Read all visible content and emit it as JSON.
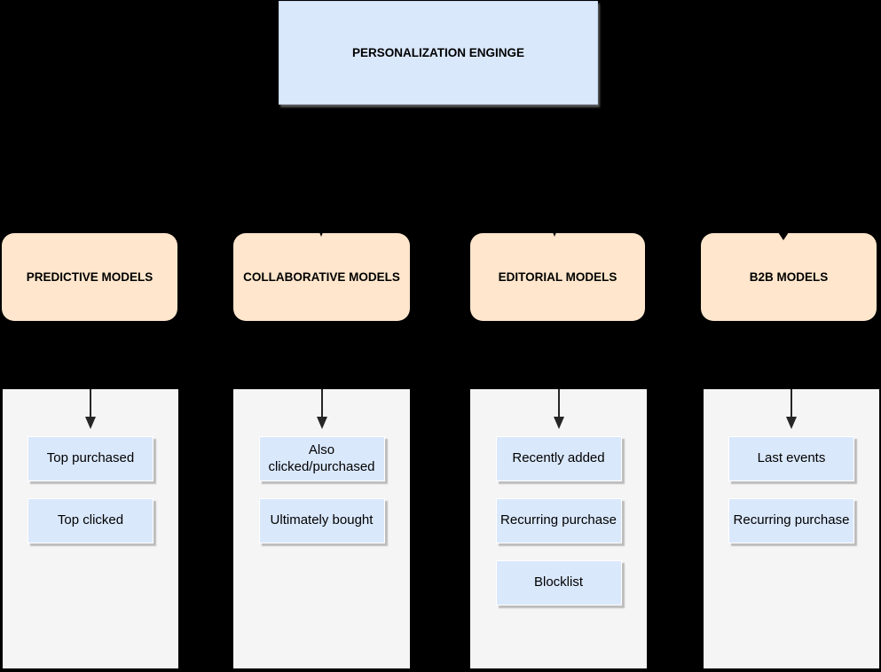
{
  "canvas": {
    "background": "#000000"
  },
  "engine": {
    "label": "PERSONALIZATION ENGINGE"
  },
  "colors": {
    "engine_fill": "#dae8fc",
    "category_fill": "#ffe6cc",
    "panel_fill": "#f5f5f5",
    "item_fill": "#dae8fc",
    "text": "#000000",
    "arrow": "#262626",
    "item_shadow": "#bdbdbd"
  },
  "columns": [
    {
      "header": "PREDICTIVE MODELS",
      "items": [
        "Top purchased",
        "Top clicked"
      ]
    },
    {
      "header": "COLLABORATIVE MODELS",
      "items": [
        "Also clicked/purchased",
        "Ultimately bought"
      ]
    },
    {
      "header": "EDITORIAL MODELS",
      "items": [
        "Recently added",
        "Recurring purchase",
        "Blocklist"
      ]
    },
    {
      "header": "B2B MODELS",
      "items": [
        "Last events",
        "Recurring purchase"
      ]
    }
  ]
}
